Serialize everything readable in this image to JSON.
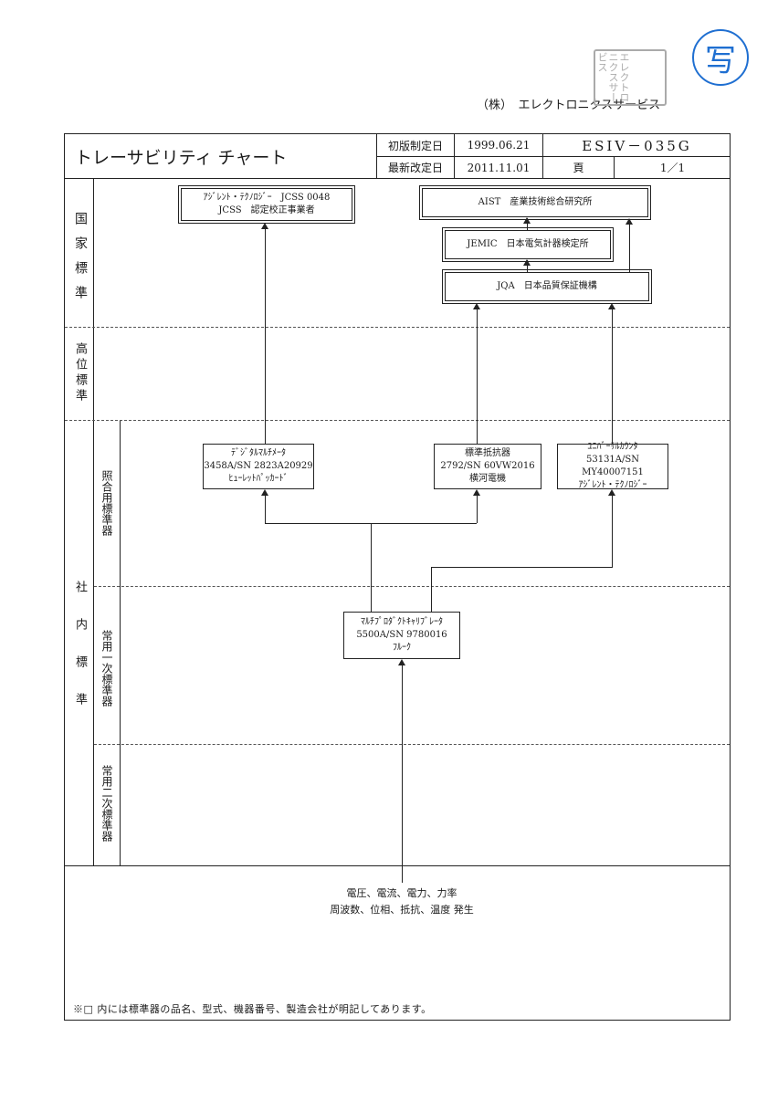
{
  "company": "（株）　エレクトロニクスサービス",
  "stamp": {
    "text": "写",
    "color": "#1f6fd1",
    "seal_text": "エレクトロニクスサービス"
  },
  "header": {
    "title": "トレーサビリティ チャート",
    "first_issue_label": "初版制定日",
    "first_issue_date": "1999.06.21",
    "doc_number": "ESIV－035G",
    "revision_label": "最新改定日",
    "revision_date": "2011.11.01",
    "page_label": "頁",
    "page_value": "1／1"
  },
  "side_labels": {
    "national": "国家標準",
    "higher": "高位標準",
    "in_house": "社内標準",
    "reference": "照合用標準器",
    "primary": "常用一次標準器",
    "secondary": "常用二次標準器"
  },
  "boxes": {
    "agilent_jcss": {
      "line1": "ｱｼﾞﾚﾝﾄ・ﾃｸﾉﾛｼﾞｰ　JCSS 0048",
      "line2": "JCSS　認定校正事業者"
    },
    "aist": {
      "line1": "AIST　産業技術総合研究所"
    },
    "jemic": {
      "line1": "JEMIC　日本電気計器検定所"
    },
    "jqa": {
      "line1": "JQA　日本品質保証機構"
    },
    "dmm": {
      "line1": "ﾃﾞｼﾞﾀﾙﾏﾙﾁﾒｰﾀ",
      "line2": "3458A/SN 2823A20929",
      "line3": "ﾋｭｰﾚｯﾄﾊﾟｯｶｰﾄﾞ"
    },
    "resistor": {
      "line1": "標準抵抗器",
      "line2": "2792/SN 60VW2016",
      "line3": "横河電機"
    },
    "counter": {
      "line1": "ﾕﾆﾊﾞｰｻﾙｶｳﾝﾀ",
      "line2": "53131A/SN MY40007151",
      "line3": "ｱｼﾞﾚﾝﾄ・ﾃｸﾉﾛｼﾞｰ"
    },
    "calibrator": {
      "line1": "ﾏﾙﾁﾌﾟﾛﾀﾞｸﾄｷｬﾘﾌﾞﾚｰﾀ",
      "line2": "5500A/SN 9780016",
      "line3": "ﾌﾙｰｸ"
    }
  },
  "bottom": {
    "line1": "電圧、電流、電力、力率",
    "line2": "周波数、位相、抵抗、温度 発生",
    "note": "※□ 内には標準器の品名、型式、機器番号、製造会社が明記してあります。"
  }
}
